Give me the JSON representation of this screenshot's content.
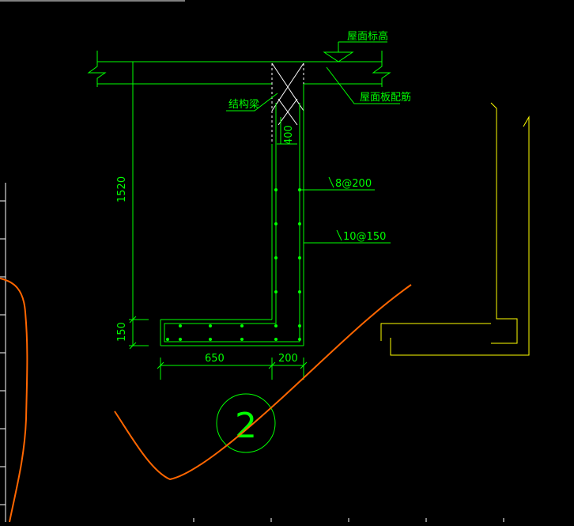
{
  "labels": {
    "roof_elevation": "屋面标高",
    "roof_slab_rebar": "屋面板配筋",
    "structural_beam": "结构梁",
    "rebar_8_200": "8@200",
    "rebar_10_150": "10@150"
  },
  "dimensions": {
    "beam_depth": "400",
    "wall_height": "1520",
    "base_thickness": "150",
    "base_width": "650",
    "wall_thickness": "200"
  },
  "detail_number": "2",
  "colors": {
    "linework": "#00ff00",
    "markup": "#ff6600",
    "outline": "#ffff00",
    "grid": "#ffffff",
    "background": "#000000"
  }
}
